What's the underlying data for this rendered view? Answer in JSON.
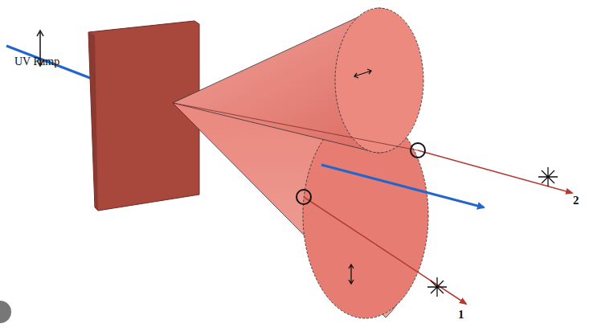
{
  "diagram": {
    "labels": [
      "UV Pump",
      "2",
      "1"
    ]
  }
}
